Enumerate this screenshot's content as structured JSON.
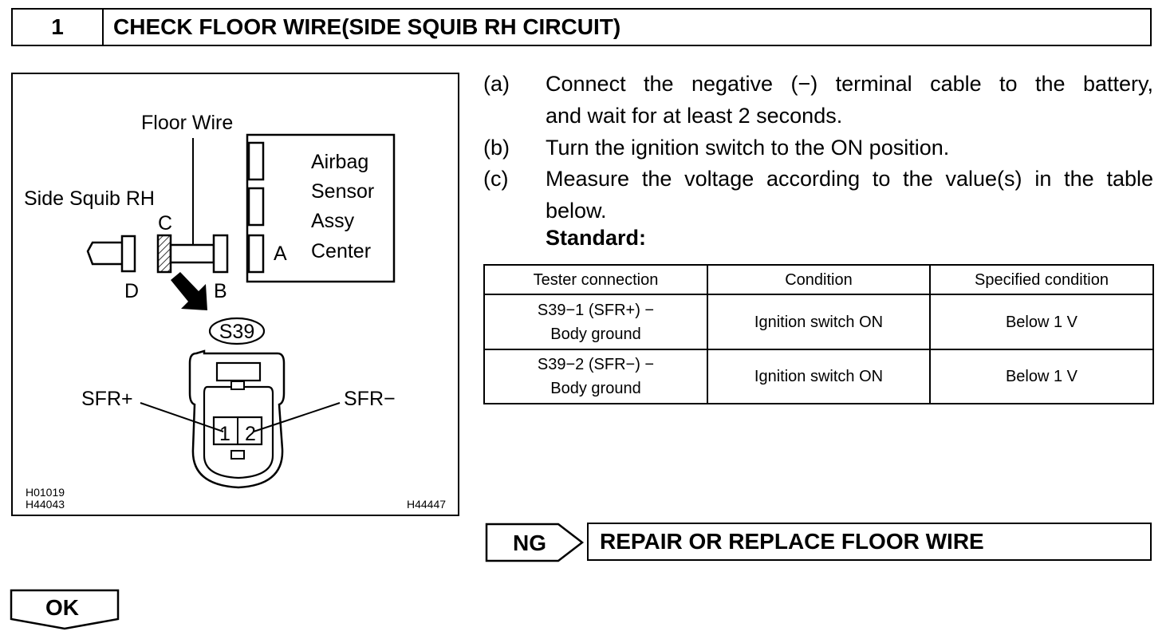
{
  "header": {
    "step_number": "1",
    "title": "CHECK FLOOR WIRE(SIDE SQUIB RH CIRCUIT)"
  },
  "figure": {
    "labels": {
      "floor_wire": "Floor Wire",
      "airbag_sensor": [
        "Airbag",
        "Sensor",
        "Assy",
        "Center"
      ],
      "side_squib": "Side Squib RH",
      "a": "A",
      "b": "B",
      "c": "C",
      "d": "D",
      "connector_id": "S39",
      "sfr_plus": "SFR+",
      "sfr_minus": "SFR−",
      "pin1": "1",
      "pin2": "2"
    },
    "codes": {
      "left": [
        "H01019",
        "H44043"
      ],
      "right": "H44447"
    }
  },
  "steps": [
    {
      "tag": "(a)",
      "lines": [
        "Connect the negative (−) terminal cable to the battery,",
        "and wait for at least 2 seconds."
      ]
    },
    {
      "tag": "(b)",
      "lines": [
        "Turn the ignition switch to the ON position."
      ]
    },
    {
      "tag": "(c)",
      "lines": [
        "Measure the voltage according to the value(s) in the table",
        "below."
      ]
    }
  ],
  "standard_label": "Standard:",
  "table": {
    "headers": [
      "Tester connection",
      "Condition",
      "Specified condition"
    ],
    "rows": [
      {
        "connection": [
          "S39−1 (SFR+) −",
          "Body ground"
        ],
        "condition": "Ignition switch ON",
        "specified": "Below 1 V"
      },
      {
        "connection": [
          "S39−2 (SFR−) −",
          "Body ground"
        ],
        "condition": "Ignition switch ON",
        "specified": "Below 1 V"
      }
    ]
  },
  "ng_label": "NG",
  "ng_result": "REPAIR OR REPLACE FLOOR WIRE",
  "ok_label": "OK"
}
